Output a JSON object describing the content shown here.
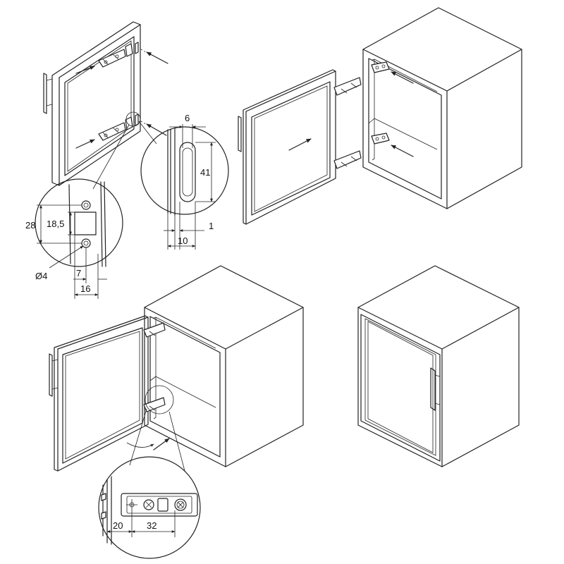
{
  "dimensions": {
    "slot_width": "6",
    "slot_height": "41",
    "slot_edge_offset": "1",
    "slot_edge_distance": "10",
    "hole_spacing": "28",
    "recess_height": "18,5",
    "hole_diameter": "Ø4",
    "hole_edge_offset": "7",
    "recess_depth": "16",
    "plate_edge_offset": "20",
    "plate_hole_spacing": "32"
  },
  "colors": {
    "line": "#222222",
    "background": "#ffffff"
  }
}
